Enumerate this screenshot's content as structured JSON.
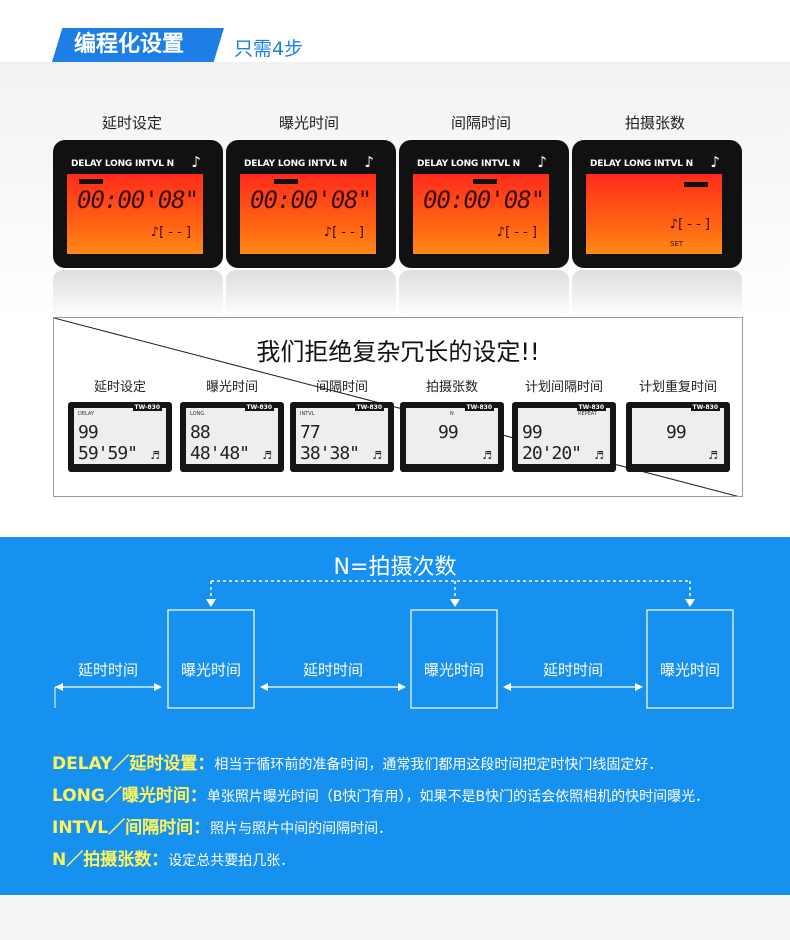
{
  "header": {
    "tag": "编程化设置",
    "sub": "只需4步"
  },
  "devices": [
    {
      "title": "延时设定",
      "head": "DELAY LONG INTVL   N",
      "digits": "00:00'08\"",
      "bottom": "♪[ - - ]",
      "set": ""
    },
    {
      "title": "曝光时间",
      "head": "DELAY LONG INTVL   N",
      "digits": "00:00'08\"",
      "bottom": "♪[ - - ]",
      "set": ""
    },
    {
      "title": "间隔时间",
      "head": "DELAY LONG INTVL   N",
      "digits": "00:00'08\"",
      "bottom": "♪[ - - ]",
      "set": ""
    },
    {
      "title": "拍摄张数",
      "head": "DELAY LONG INTVL   N",
      "digits": "",
      "bottom": "♪[ - - ]",
      "set": "SET"
    }
  ],
  "compare": {
    "title": "我们拒绝复杂冗长的设定!!",
    "items": [
      {
        "label": "延时设定",
        "model": "TW-830",
        "tag": "DELAY",
        "digits": "99 59'59\""
      },
      {
        "label": "曝光时间",
        "model": "TW-830",
        "tag": "LONG",
        "digits": "88 48'48\""
      },
      {
        "label": "间隔时间",
        "model": "TW-830",
        "tag": "INTVL",
        "digits": "77 38'38\""
      },
      {
        "label": "拍摄张数",
        "model": "TW-830",
        "tag": "N",
        "digits": "99"
      },
      {
        "label": "计划间隔时间",
        "model": "TW-830",
        "tag": "REPEAT",
        "digits": "99 20'20\""
      },
      {
        "label": "计划重复时间",
        "model": "TW-830",
        "tag": "",
        "digits": "99"
      }
    ]
  },
  "timeline": {
    "n_label": "N=拍摄次数",
    "segments": [
      "延时时间",
      "曝光时间",
      "延时时间",
      "曝光时间",
      "延时时间",
      "曝光时间"
    ]
  },
  "descriptions": [
    {
      "key": "DELAY／延时设置：",
      "text": "相当于循环前的准备时间，通常我们都用这段时间把定时快门线固定好．"
    },
    {
      "key": "LONG／曝光时间：",
      "text": "单张照片曝光时间（B快门有用），如果不是B快门的话会依照相机的快时间曝光．"
    },
    {
      "key": "INTVL／间隔时间：",
      "text": "照片与照片中间的间隔时间．"
    },
    {
      "key": "N／拍摄张数：",
      "text": "设定总共要拍几张．"
    }
  ],
  "colors": {
    "accent": "#1d7fe6",
    "timeline_bg": "#1791ef",
    "highlight": "#fff45c",
    "lcd_red": "#ff3a1a"
  }
}
